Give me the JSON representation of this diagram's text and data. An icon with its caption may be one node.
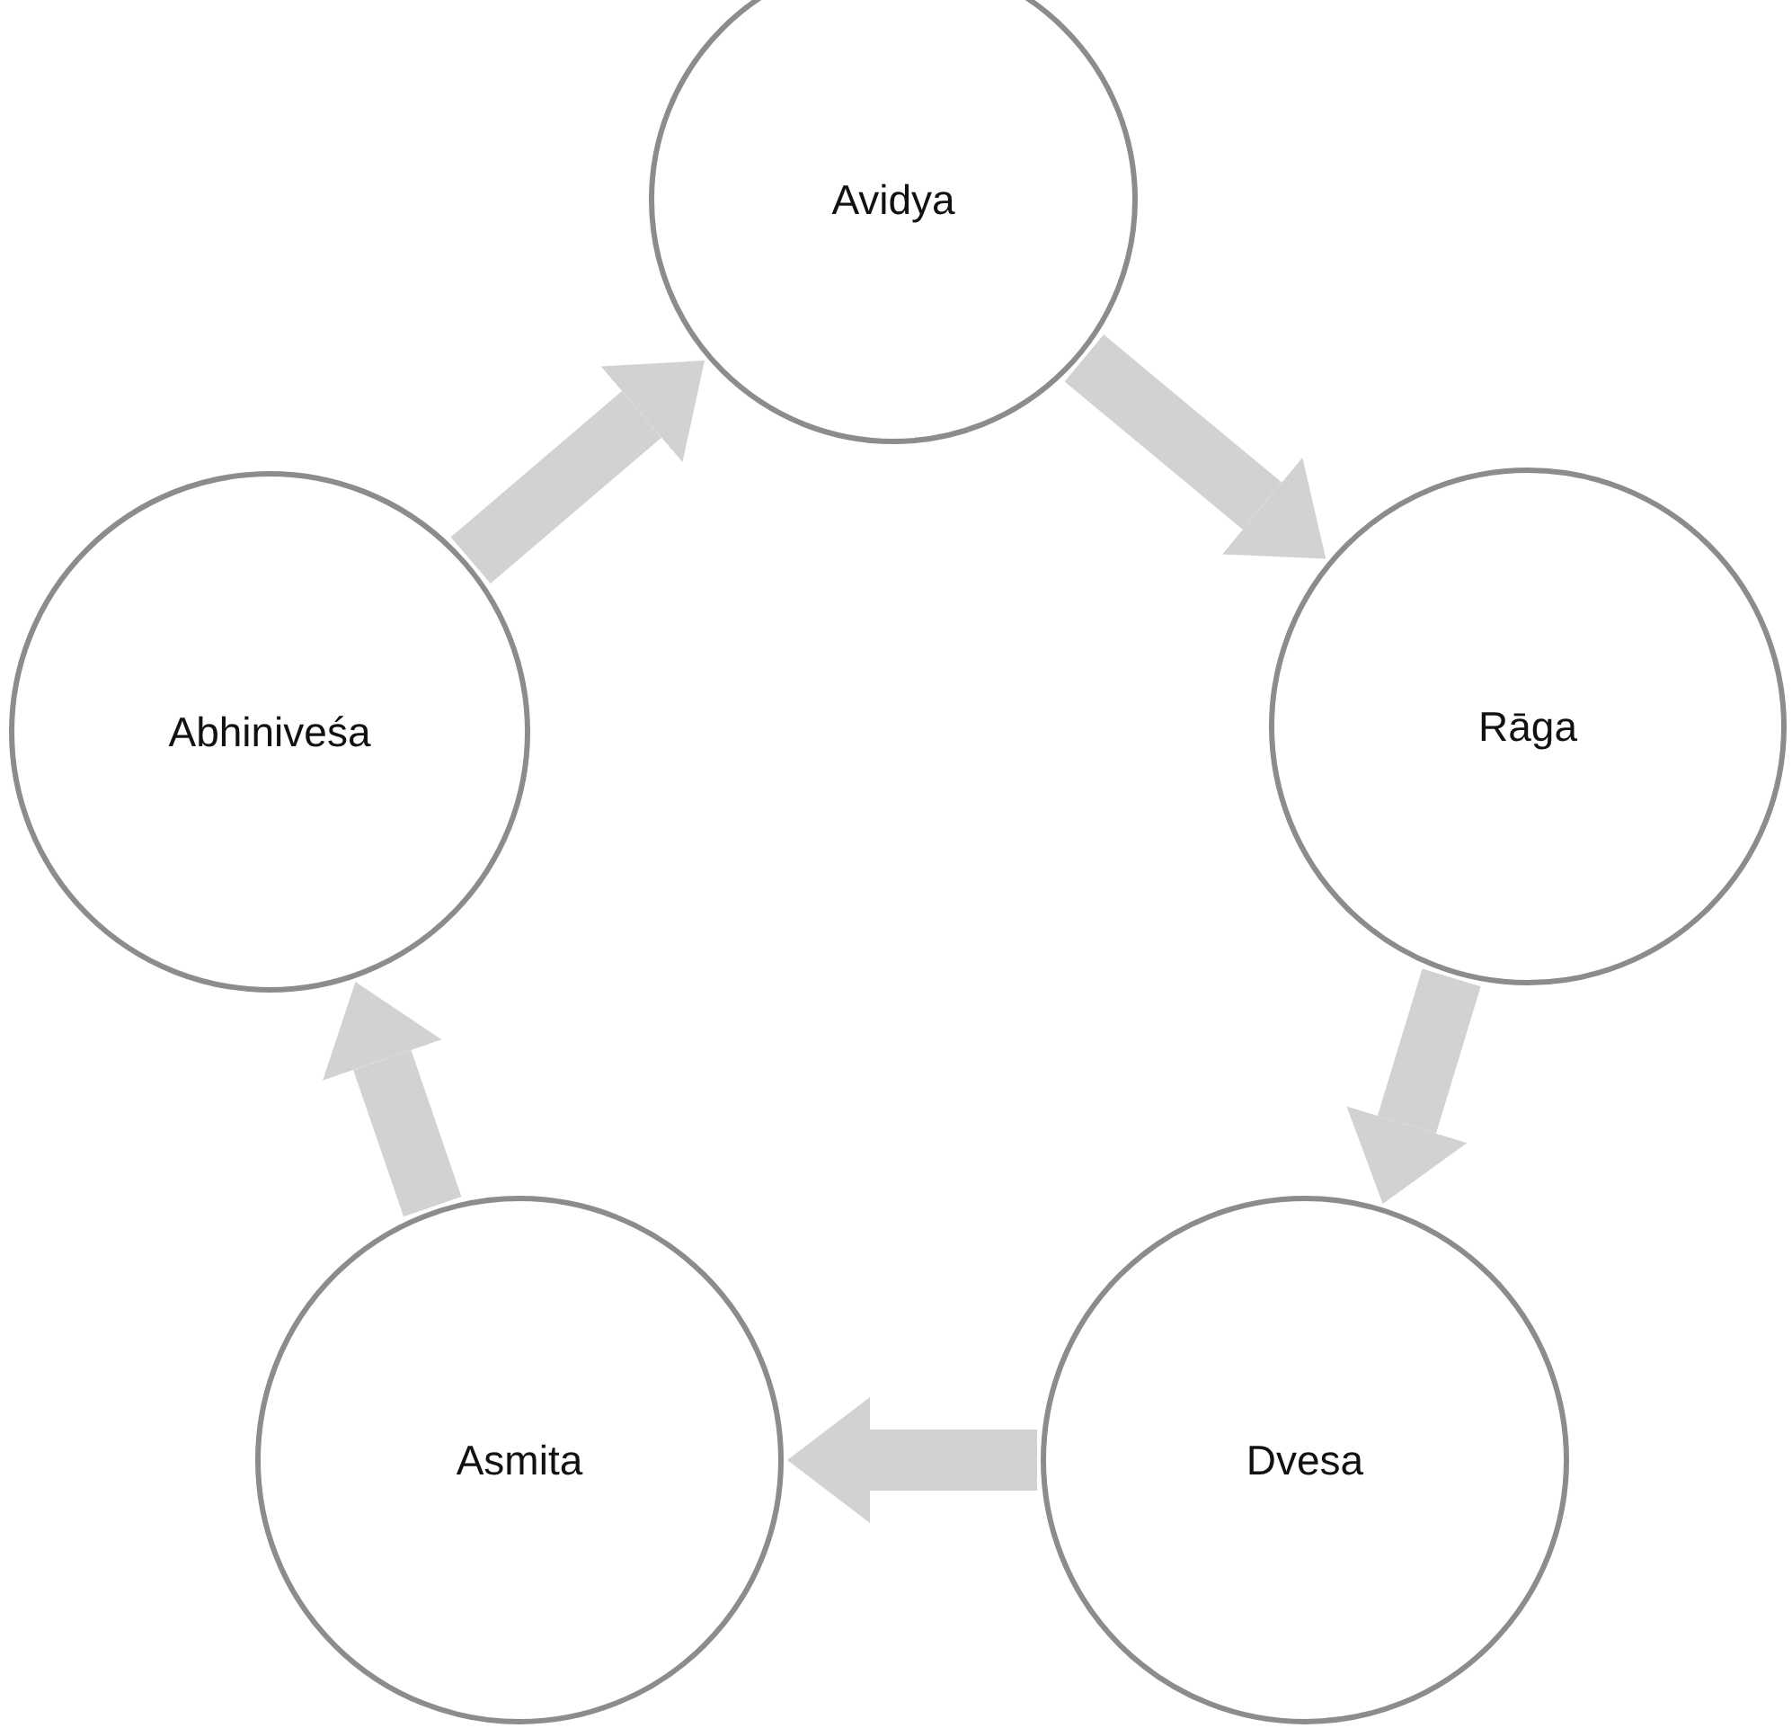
{
  "diagram": {
    "nodes": [
      {
        "text": [
          "Avidya"
        ]
      },
      {
        "text": [
          "Rāga"
        ]
      },
      {
        "text": [
          "Dvesa"
        ]
      },
      {
        "text": [
          "Asmita"
        ]
      },
      {
        "text": [
          "Abhiniveśa"
        ]
      }
    ],
    "edges": [
      {
        "from": 0,
        "to": 1,
        "arrow": "to"
      },
      {
        "from": 1,
        "to": 2,
        "arrow": "to"
      },
      {
        "from": 2,
        "to": 3,
        "arrow": "to"
      },
      {
        "from": 3,
        "to": 4,
        "arrow": "to"
      },
      {
        "from": 4,
        "to": 0,
        "arrow": "to"
      }
    ]
  }
}
